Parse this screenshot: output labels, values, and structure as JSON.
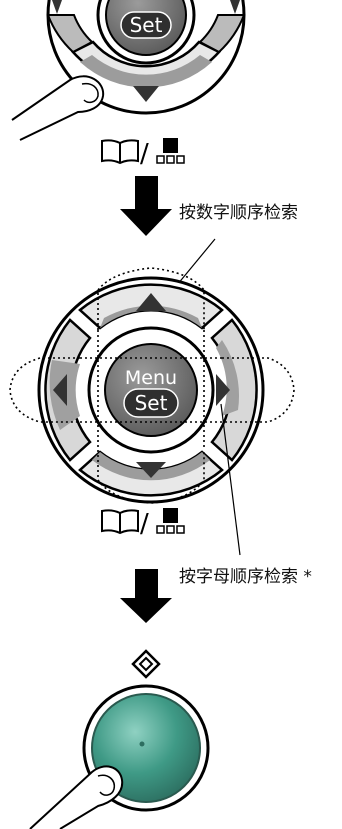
{
  "annotations": {
    "numeric_search": "按数字顺序检索",
    "alpha_search": "按字母顺序检索 *"
  },
  "buttons": {
    "menu_label": "Menu",
    "set_label": "Set"
  },
  "colors": {
    "dpad_light": "#e6e6e6",
    "dpad_shade": "#9a9a9a",
    "center_dark": "#6a6a6a",
    "start_green": "#3f9a86"
  },
  "icons": {
    "book": "book-icon",
    "grid": "speed-dial-grid-icon",
    "start": "start-diamond-icon"
  }
}
